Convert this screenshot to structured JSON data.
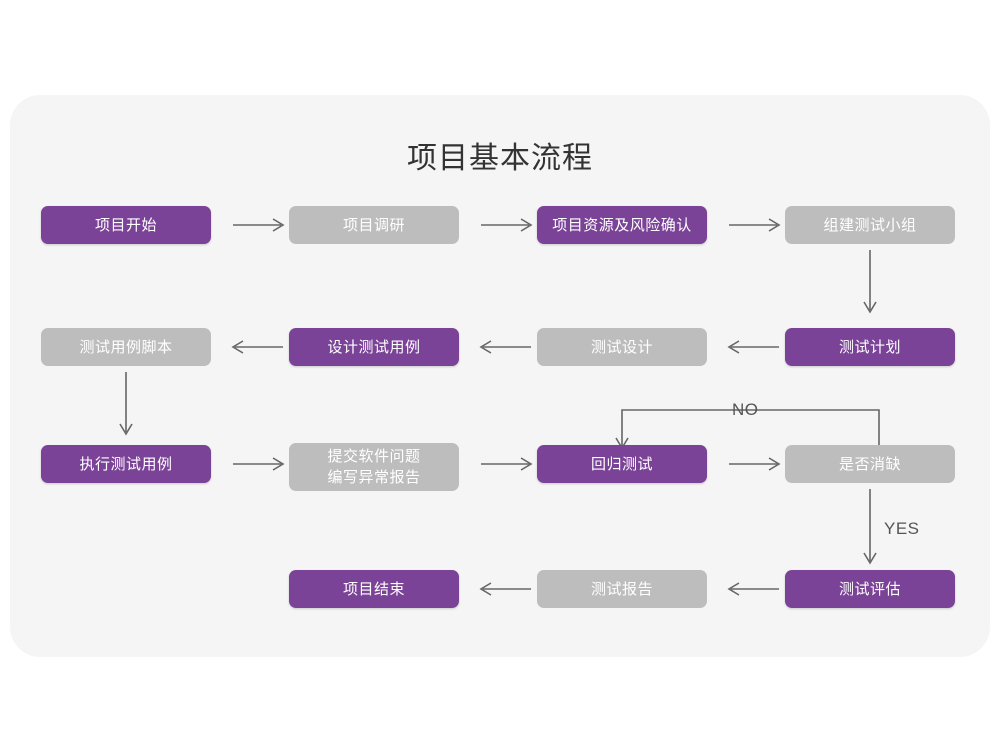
{
  "page": {
    "background_color": "#ffffff",
    "card_background_color": "#f5f5f5"
  },
  "title": "项目基本流程",
  "colors": {
    "purple": "#7b4397",
    "gray": "#bdbdbd",
    "arrow": "#666666",
    "title_text": "#333333",
    "label_text": "#555555"
  },
  "nodes": [
    {
      "id": "n1",
      "label": "项目开始",
      "style": "purple",
      "row": 1,
      "col": 1
    },
    {
      "id": "n2",
      "label": "项目调研",
      "style": "gray",
      "row": 1,
      "col": 2
    },
    {
      "id": "n3",
      "label": "项目资源及风险确认",
      "style": "purple",
      "row": 1,
      "col": 3
    },
    {
      "id": "n4",
      "label": "组建测试小组",
      "style": "gray",
      "row": 1,
      "col": 4
    },
    {
      "id": "n5",
      "label": "测试用例脚本",
      "style": "gray",
      "row": 2,
      "col": 1
    },
    {
      "id": "n6",
      "label": "设计测试用例",
      "style": "purple",
      "row": 2,
      "col": 2
    },
    {
      "id": "n7",
      "label": "测试设计",
      "style": "gray",
      "row": 2,
      "col": 3
    },
    {
      "id": "n8",
      "label": "测试计划",
      "style": "purple",
      "row": 2,
      "col": 4
    },
    {
      "id": "n9",
      "label": "执行测试用例",
      "style": "purple",
      "row": 3,
      "col": 1
    },
    {
      "id": "n10",
      "label": "提交软件问题\n编写异常报告",
      "style": "gray",
      "row": 3,
      "col": 2
    },
    {
      "id": "n11",
      "label": "回归测试",
      "style": "purple",
      "row": 3,
      "col": 3
    },
    {
      "id": "n12",
      "label": "是否消缺",
      "style": "gray",
      "row": 3,
      "col": 4
    },
    {
      "id": "n13",
      "label": "项目结束",
      "style": "purple",
      "row": 4,
      "col": 2
    },
    {
      "id": "n14",
      "label": "测试报告",
      "style": "gray",
      "row": 4,
      "col": 3
    },
    {
      "id": "n15",
      "label": "测试评估",
      "style": "purple",
      "row": 4,
      "col": 4
    }
  ],
  "edge_labels": {
    "no": "NO",
    "yes": "YES"
  }
}
